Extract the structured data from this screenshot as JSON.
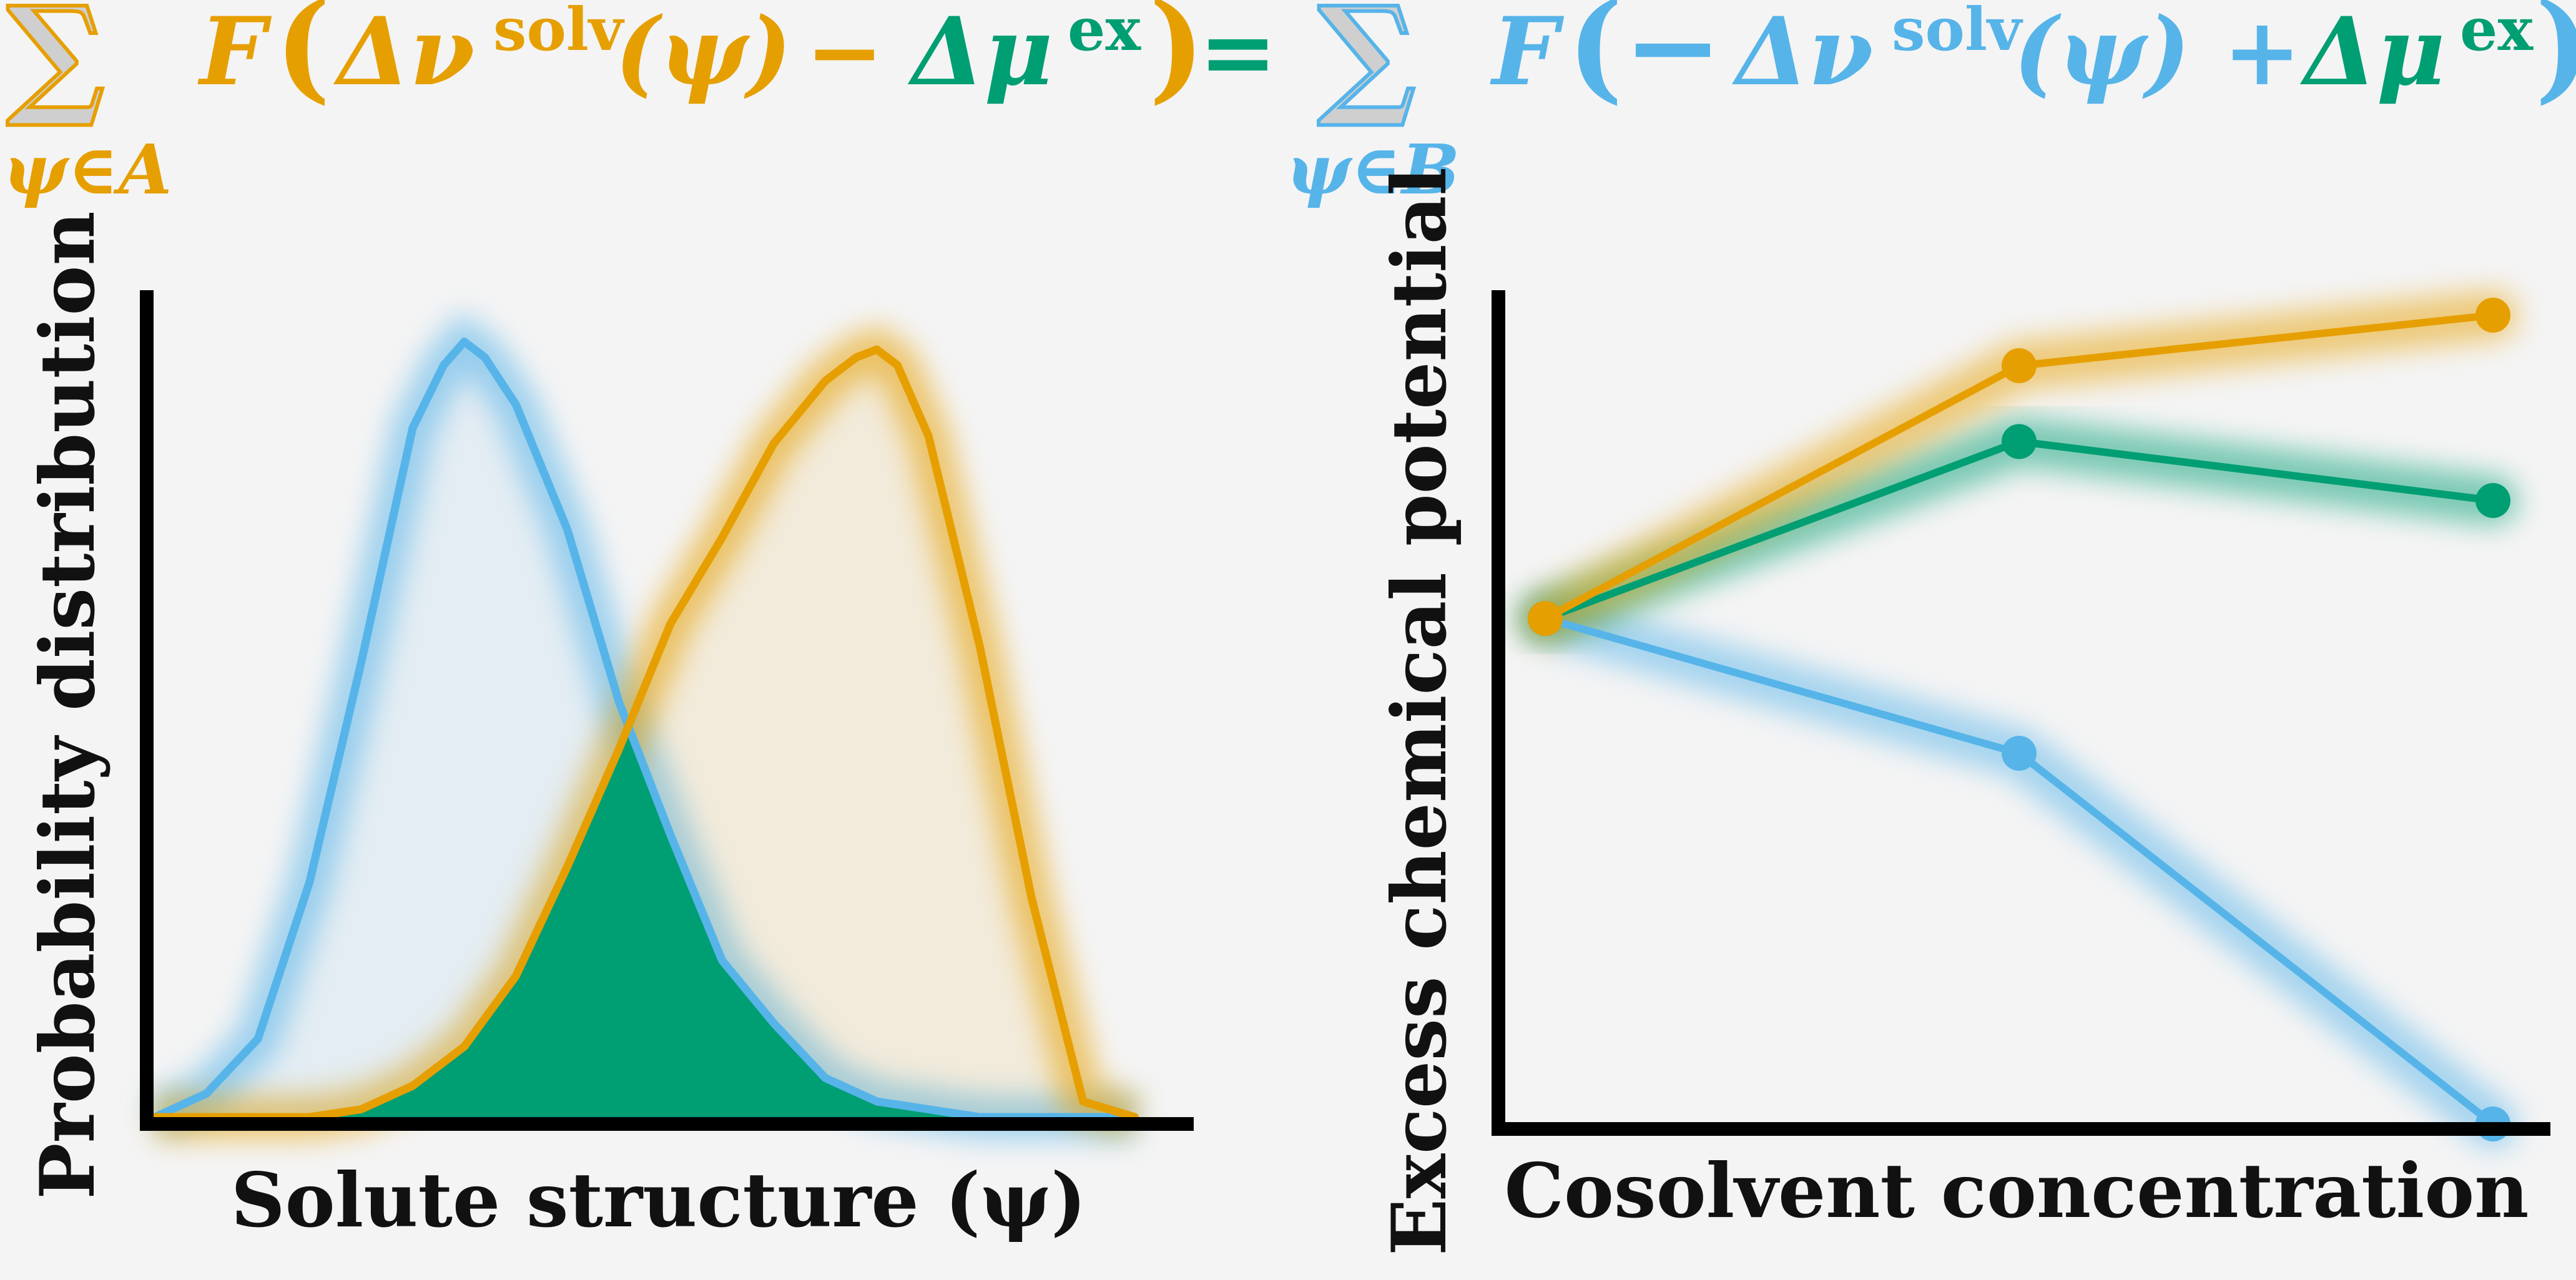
{
  "colors": {
    "orange": "#e69f00",
    "green": "#009e73",
    "blue": "#56b4e9",
    "axis": "#000000",
    "background": "#f4f4f4"
  },
  "equation": {
    "lhs_sum": "∑",
    "lhs_sub": "ψ∈A",
    "lhs_F": "F",
    "lhs_open": "(",
    "lhs_delta_nu": "Δν",
    "lhs_nu_sup": "solv",
    "lhs_psi": "(ψ)",
    "lhs_minus": "−",
    "lhs_delta_mu": "Δμ",
    "lhs_mu_sup": "ex",
    "lhs_close": ")",
    "equals": "=",
    "rhs_sum": "∑",
    "rhs_sub": "ψ∈B",
    "rhs_F": "F",
    "rhs_open": "(−",
    "rhs_delta_nu": "Δν",
    "rhs_nu_sup": "solv",
    "rhs_psi": "(ψ) +",
    "rhs_delta_mu": "Δμ",
    "rhs_mu_sup": "ex",
    "rhs_close": ")"
  },
  "chart_data": [
    {
      "type": "area",
      "xlabel": "Solute structure (ψ)",
      "ylabel": "Probability distribution",
      "xlim": [
        0,
        1
      ],
      "ylim": [
        0,
        1
      ],
      "grid": false,
      "ticks": false,
      "series": [
        {
          "color": "blue",
          "x": [
            0.0,
            0.05,
            0.1,
            0.15,
            0.2,
            0.25,
            0.28,
            0.3,
            0.32,
            0.35,
            0.4,
            0.45,
            0.5,
            0.55,
            0.6,
            0.65,
            0.7,
            0.75,
            0.8,
            0.85,
            0.9,
            0.95
          ],
          "y": [
            0.0,
            0.03,
            0.1,
            0.3,
            0.58,
            0.88,
            0.96,
            0.99,
            0.97,
            0.91,
            0.75,
            0.53,
            0.36,
            0.2,
            0.12,
            0.05,
            0.02,
            0.01,
            0.0,
            0.0,
            0.0,
            0.0
          ]
        },
        {
          "color": "orange",
          "x": [
            0.0,
            0.15,
            0.2,
            0.25,
            0.3,
            0.35,
            0.4,
            0.45,
            0.5,
            0.55,
            0.6,
            0.65,
            0.68,
            0.7,
            0.72,
            0.75,
            0.8,
            0.85,
            0.9,
            0.95
          ],
          "y": [
            0.0,
            0.0,
            0.01,
            0.04,
            0.09,
            0.18,
            0.32,
            0.47,
            0.63,
            0.74,
            0.86,
            0.94,
            0.97,
            0.98,
            0.96,
            0.87,
            0.6,
            0.28,
            0.02,
            0.0
          ]
        }
      ],
      "overlap_fill": "green"
    },
    {
      "type": "line",
      "xlabel": "Cosolvent concentration",
      "ylabel": "Excess chemical potential",
      "x": [
        0,
        1,
        2
      ],
      "ylim": [
        0,
        1
      ],
      "grid": false,
      "ticks": false,
      "series": [
        {
          "color": "orange",
          "values": [
            0.64,
            0.94,
            1.0
          ]
        },
        {
          "color": "green",
          "values": [
            0.64,
            0.85,
            0.78
          ]
        },
        {
          "color": "blue",
          "values": [
            0.64,
            0.48,
            0.04
          ]
        }
      ]
    }
  ]
}
